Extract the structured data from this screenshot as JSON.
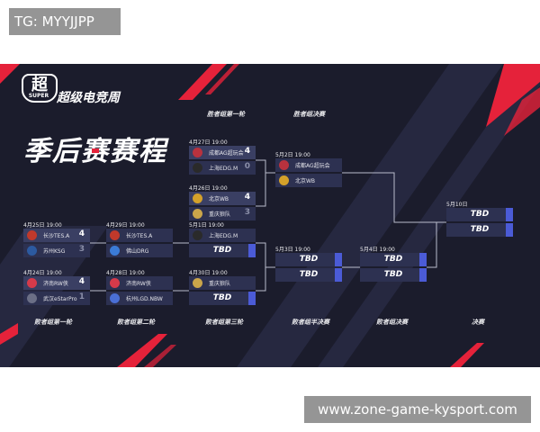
{
  "watermarks": {
    "top": "TG: MYYJJPP",
    "bottom": "www.zone-game-kysport.com"
  },
  "poster": {
    "logo_badge": "超",
    "logo_sub": "SUPER",
    "brand": "超级电竞周",
    "title": "季后赛赛程",
    "accent_color": "#e5223a",
    "slot_color": "#4b5bd6",
    "background": "#1b1c2c",
    "round_labels": {
      "r1_loser": "败者组第一轮",
      "r2_loser": "败者组第二轮",
      "r3_loser": "败者组第三轮",
      "semi_loser": "败者组半决赛",
      "final_loser": "败者组决赛",
      "final": "决赛",
      "win_r1": "胜者组第一轮",
      "win_final": "胜者组决赛"
    },
    "matches": [
      {
        "id": "l1a",
        "date": "4月25日 19:00",
        "teams": [
          {
            "name": "长沙TES.A",
            "score": "4",
            "icon": "tes"
          },
          {
            "name": "苏州KSG",
            "score": "3",
            "icon": "ksg"
          }
        ]
      },
      {
        "id": "l1b",
        "date": "4月24日 19:00",
        "teams": [
          {
            "name": "济南RW侠",
            "score": "4",
            "icon": "rw"
          },
          {
            "name": "武汉eStarPro",
            "score": "1",
            "icon": "estar"
          }
        ]
      },
      {
        "id": "l2a",
        "date": "4月29日 19:00",
        "teams": [
          {
            "name": "长沙TES.A",
            "score": "",
            "icon": "tes"
          },
          {
            "name": "佛山DRG",
            "score": "",
            "icon": "drg"
          }
        ]
      },
      {
        "id": "l2b",
        "date": "4月28日 19:00",
        "teams": [
          {
            "name": "济南RW侠",
            "score": "",
            "icon": "rw"
          },
          {
            "name": "杭州LGD.NBW",
            "score": "",
            "icon": "lgd"
          }
        ]
      },
      {
        "id": "w1a",
        "date": "4月27日 19:00",
        "teams": [
          {
            "name": "成都AG超玩会",
            "score": "4",
            "icon": "ag"
          },
          {
            "name": "上海EDG.M",
            "score": "0",
            "icon": "edg"
          }
        ]
      },
      {
        "id": "w1b",
        "date": "4月26日 19:00",
        "teams": [
          {
            "name": "北京WB",
            "score": "4",
            "icon": "wb"
          },
          {
            "name": "重庆狼队",
            "score": "3",
            "icon": "wolves"
          }
        ]
      },
      {
        "id": "l3a",
        "date": "5月1日 19:00",
        "teams": [
          {
            "name": "上海EDG.M",
            "score": "",
            "icon": "edg"
          },
          {
            "name": "TBD",
            "score": "",
            "icon": ""
          }
        ]
      },
      {
        "id": "l3b",
        "date": "4月30日 19:00",
        "teams": [
          {
            "name": "重庆狼队",
            "score": "",
            "icon": "wolves"
          },
          {
            "name": "TBD",
            "score": "",
            "icon": ""
          }
        ]
      },
      {
        "id": "wf",
        "date": "5月2日 19:00",
        "teams": [
          {
            "name": "成都AG超玩会",
            "score": "",
            "icon": "ag"
          },
          {
            "name": "北京WB",
            "score": "",
            "icon": "wb"
          }
        ]
      },
      {
        "id": "semi",
        "date": "5月3日 19:00",
        "teams": [
          {
            "name": "TBD",
            "score": "",
            "icon": ""
          },
          {
            "name": "TBD",
            "score": "",
            "icon": ""
          }
        ]
      },
      {
        "id": "lf",
        "date": "5月4日 19:00",
        "teams": [
          {
            "name": "TBD",
            "score": "",
            "icon": ""
          },
          {
            "name": "TBD",
            "score": "",
            "icon": ""
          }
        ]
      },
      {
        "id": "final",
        "date": "5月10日",
        "teams": [
          {
            "name": "TBD",
            "score": "",
            "icon": ""
          },
          {
            "name": "TBD",
            "score": "",
            "icon": ""
          }
        ]
      }
    ]
  }
}
